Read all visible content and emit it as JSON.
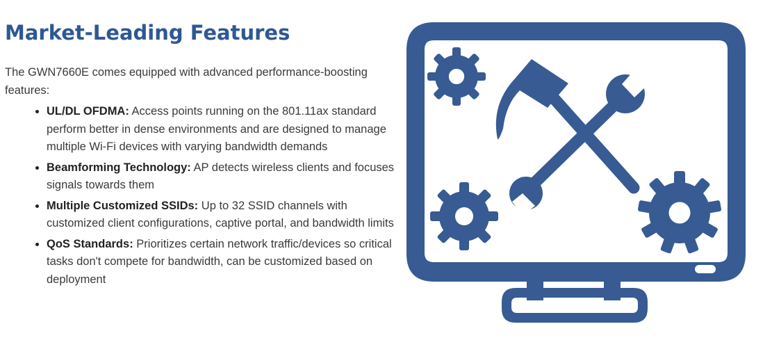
{
  "heading": "Market-Leading Features",
  "intro": "The GWN7660E comes equipped with advanced performance-boosting features:",
  "features": [
    {
      "title": "UL/DL OFDMA:",
      "text": " Access points running on the 801.11ax standard perform better in dense environments and are designed to manage multiple Wi-Fi devices with varying bandwidth demands"
    },
    {
      "title": "Beamforming Technology:",
      "text": " AP detects wireless clients and focuses signals towards them"
    },
    {
      "title": "Multiple Customized SSIDs:",
      "text": " Up to 32 SSID channels with customized client configurations, captive portal, and bandwidth limits"
    },
    {
      "title": "QoS Standards:",
      "text": " Prioritizes certain network traffic/devices so critical tasks don't compete for bandwidth, can be customized based on deployment"
    }
  ],
  "illustration": {
    "icon": "monitor-with-gears-and-tools-icon",
    "color": "#375b92"
  }
}
